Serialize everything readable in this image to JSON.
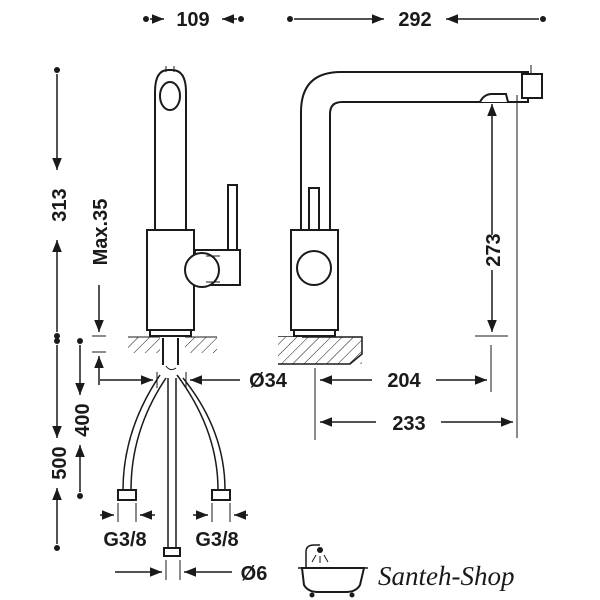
{
  "dimensions": {
    "top_left_width": "109",
    "top_right_width": "292",
    "total_height": "313",
    "max_deck": "Max.35",
    "spout_height": "273",
    "hose_length_outer": "500",
    "hose_length_inner": "400",
    "hole_diameter": "Ø34",
    "reach_inner": "204",
    "reach_outer": "233",
    "thread_left": "G3/8",
    "thread_right": "G3/8",
    "pipe_diameter": "Ø6"
  },
  "brand": {
    "name": "Santeh-Shop"
  }
}
